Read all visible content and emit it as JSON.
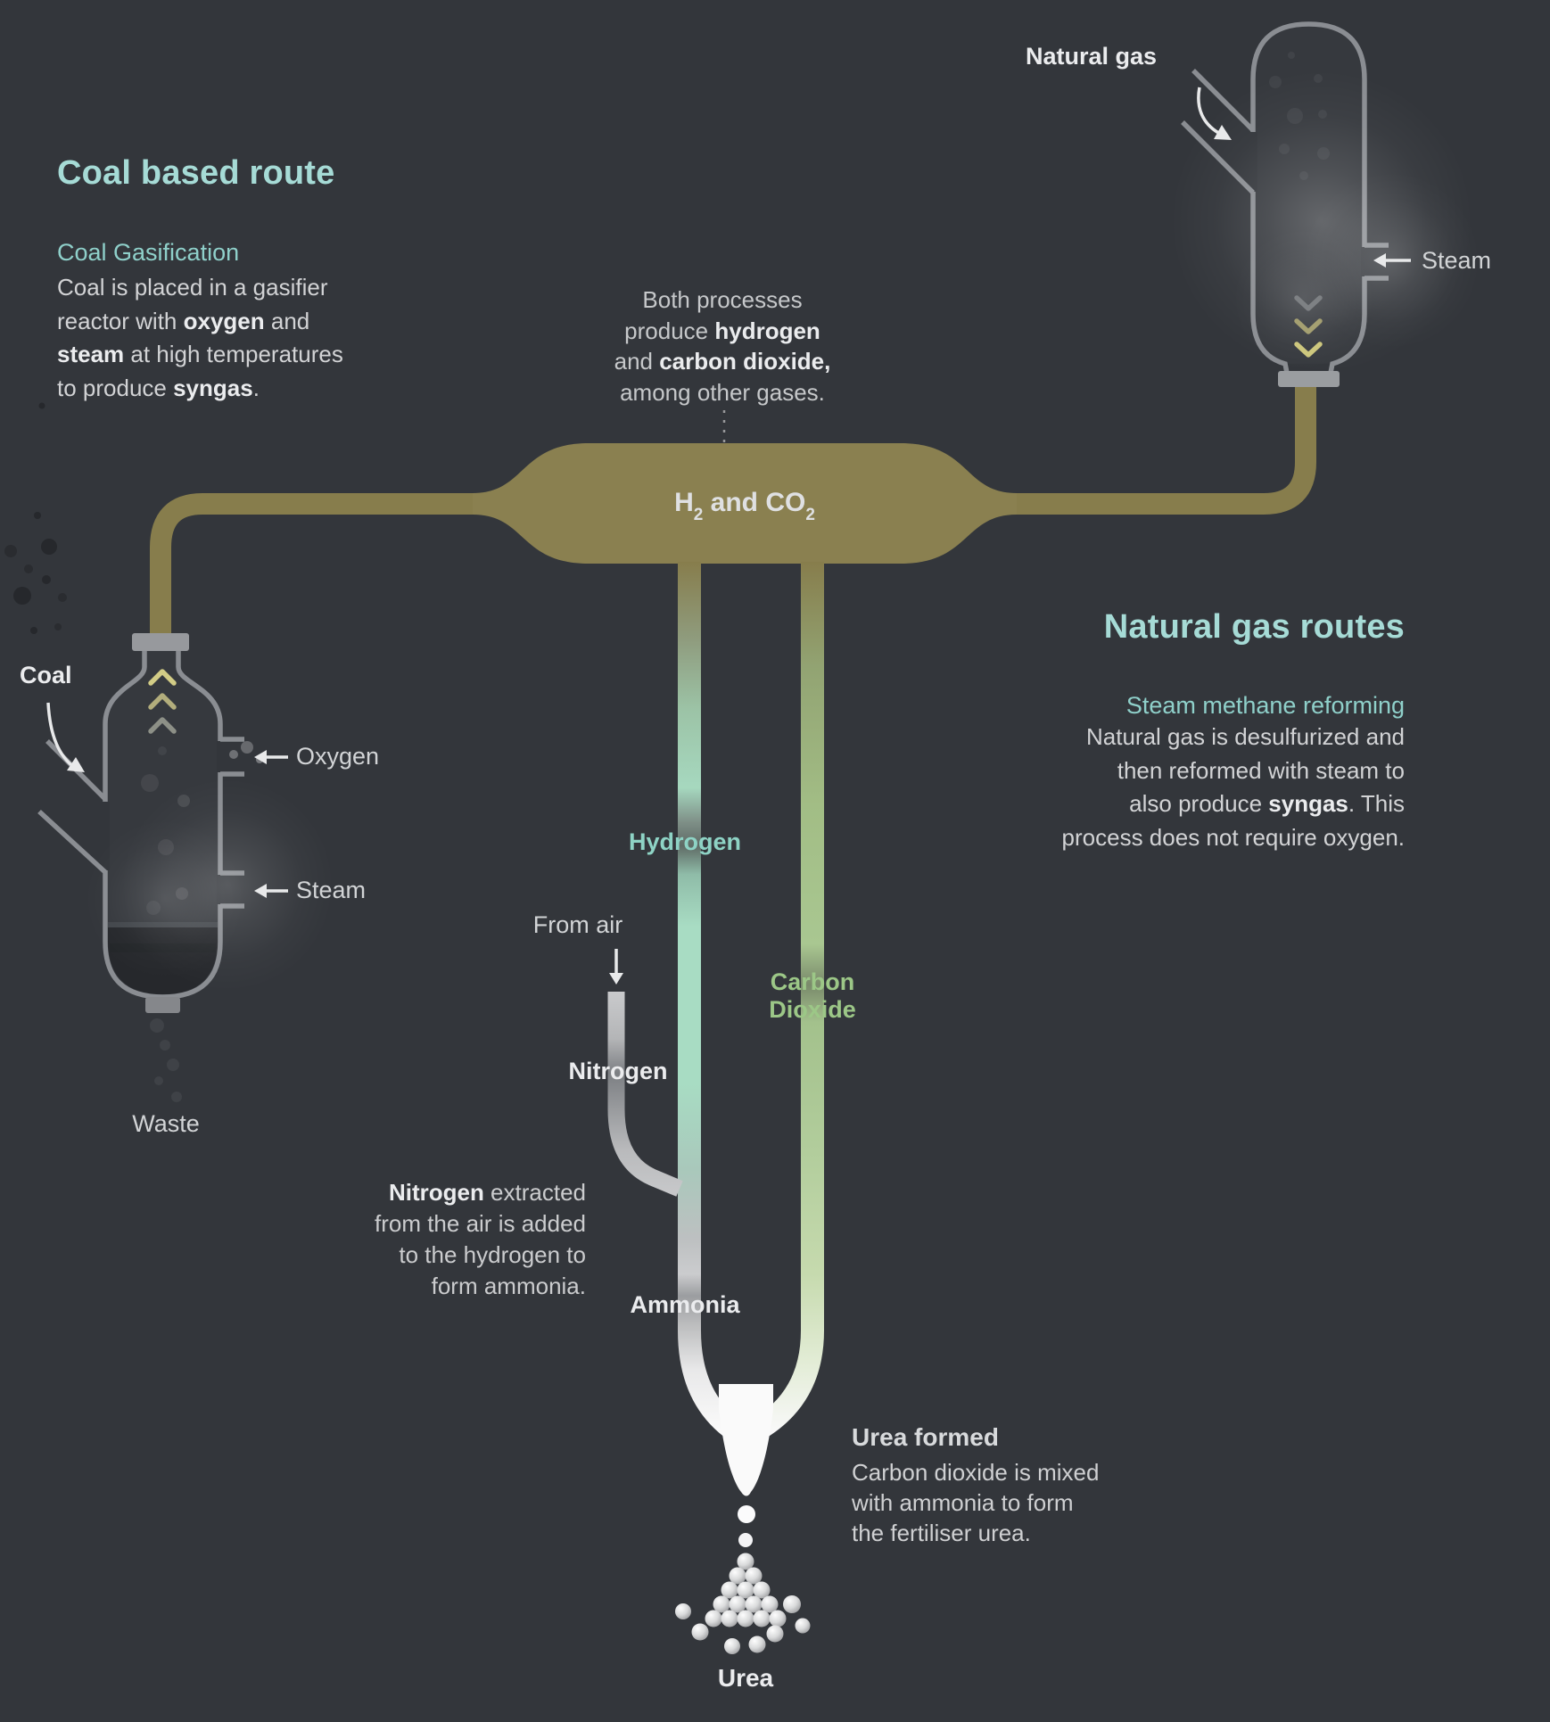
{
  "coal_route": {
    "title": "Coal based route",
    "subtitle": "Coal Gasification",
    "body": [
      [
        {
          "t": "Coal is placed in a gasifier"
        }
      ],
      [
        {
          "t": "reactor with "
        },
        {
          "b": "oxygen"
        },
        {
          "t": " and"
        }
      ],
      [
        {
          "b": "steam"
        },
        {
          "t": " at high temperatures"
        }
      ],
      [
        {
          "t": "to produce "
        },
        {
          "b": "syngas"
        },
        {
          "t": "."
        }
      ]
    ]
  },
  "center_note": {
    "lines": [
      [
        {
          "t": "Both processes"
        }
      ],
      [
        {
          "t": "produce "
        },
        {
          "b": "hydrogen"
        }
      ],
      [
        {
          "t": "and "
        },
        {
          "b": "carbon dioxide,"
        }
      ],
      [
        {
          "t": "among other gases."
        }
      ]
    ]
  },
  "junction_label": {
    "part1": "H",
    "sub1": "2",
    "part2": " and CO",
    "sub2": "2"
  },
  "natural_gas_route": {
    "title": "Natural gas routes",
    "subtitle": "Steam methane reforming",
    "body": [
      [
        {
          "t": "Natural gas is desulfurized and"
        }
      ],
      [
        {
          "t": "then reformed with steam to"
        }
      ],
      [
        {
          "t": "also produce "
        },
        {
          "b": "syngas"
        },
        {
          "t": ". This"
        }
      ],
      [
        {
          "t": "process does not require oxygen."
        }
      ]
    ]
  },
  "nitrogen_note": {
    "lines": [
      [
        {
          "b": "Nitrogen"
        },
        {
          "t": " extracted"
        }
      ],
      [
        {
          "t": "from the air is added"
        }
      ],
      [
        {
          "t": "to the hydrogen to"
        }
      ],
      [
        {
          "t": "form ammonia."
        }
      ]
    ]
  },
  "urea_note": {
    "title": "Urea formed",
    "body": [
      [
        {
          "t": "Carbon dioxide is mixed"
        }
      ],
      [
        {
          "t": "with ammonia to form"
        }
      ],
      [
        {
          "t": "the fertiliser urea."
        }
      ]
    ]
  },
  "labels": {
    "natural_gas": "Natural gas",
    "steam_reformer": "Steam",
    "coal": "Coal",
    "oxygen": "Oxygen",
    "steam_gasifier": "Steam",
    "waste": "Waste",
    "hydrogen": "Hydrogen",
    "from_air": "From air",
    "carbon_dioxide_line1": "Carbon",
    "carbon_dioxide_line2": "Dioxide",
    "nitrogen": "Nitrogen",
    "ammonia": "Ammonia",
    "urea": "Urea"
  },
  "colors": {
    "background": "#33363b",
    "pipe_olive": "#877d4c",
    "heading_teal": "#a6dbd6",
    "subheading_teal": "#8fd0ca",
    "hydrogen_teal": "#a9dcc3",
    "hydrogen_label": "#8ed3c5",
    "co2_green": "#a9c791",
    "co2_label": "#9cc787",
    "body_text": "#d2d3d5",
    "bold_text": "#ebecee",
    "vessel_outline": "#8a8d92"
  }
}
